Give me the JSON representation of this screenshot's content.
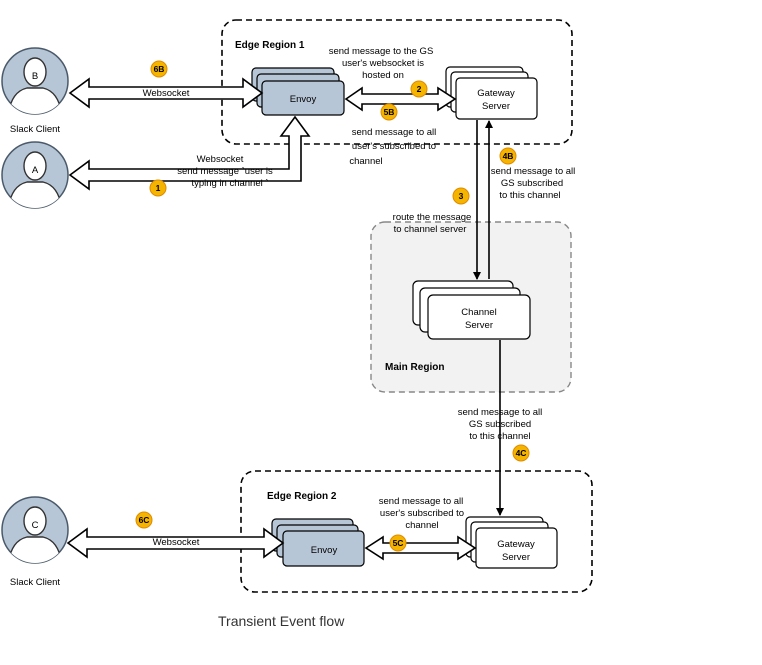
{
  "caption": "Transient Event flow",
  "colors": {
    "envoy_fill": "#b7c6d6",
    "client_fill": "#b7c6d6",
    "badge": "#f5b400",
    "main_region_bg": "#f2f2f2",
    "stroke": "#000000"
  },
  "clients": [
    {
      "letter": "B",
      "label": "Slack Client"
    },
    {
      "letter": "A",
      "label": ""
    },
    {
      "letter": "C",
      "label": "Slack Client"
    }
  ],
  "regions": {
    "edge1": "Edge Region 1",
    "main": "Main Region",
    "edge2": "Edge Region 2"
  },
  "nodes": {
    "envoy1": "Envoy",
    "gateway1": [
      "Gateway",
      "Server"
    ],
    "channel": [
      "Channel",
      "Server"
    ],
    "envoy2": "Envoy",
    "gateway2": [
      "Gateway",
      "Server"
    ]
  },
  "badges": {
    "b6B": "6B",
    "b2": "2",
    "b5B": "5B",
    "b1": "1",
    "b4B": "4B",
    "b3": "3",
    "b4C": "4C",
    "b6C": "6C",
    "b5C": "5C"
  },
  "labels": {
    "websocket_b": "Websocket",
    "websocket_a": [
      "Websocket",
      "send message `user is",
      "typing in channel `"
    ],
    "send_gs": [
      "send message to the GS",
      "user's websocket is",
      "hosted on"
    ],
    "send_all_1": [
      "send message to all",
      "user's subscribed to",
      "channel"
    ],
    "send_4b": [
      "send message to all",
      "GS subscribed",
      "to this channel"
    ],
    "route": [
      "route the message",
      "to channel server"
    ],
    "send_4c": [
      "send message to all",
      "GS subscribed",
      "to this channel"
    ],
    "send_all_2": [
      "send message to all",
      "user's subscribed to",
      "channel"
    ],
    "websocket_c": "Websocket"
  }
}
